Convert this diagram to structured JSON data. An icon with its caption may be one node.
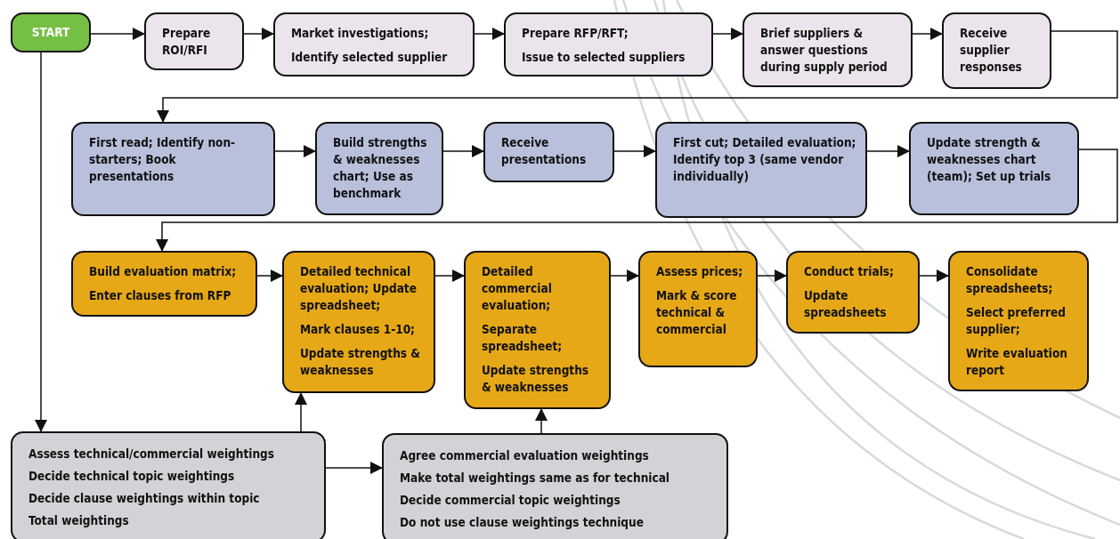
{
  "diagram": {
    "nodes": [
      {
        "text": [
          "START"
        ]
      },
      {
        "text": [
          "Prepare ROI/RFI"
        ]
      },
      {
        "text": [
          "Market investigations;",
          "Identify selected supplier"
        ]
      },
      {
        "text": [
          "Prepare RFP/RFT;",
          "Issue to selected suppliers"
        ]
      },
      {
        "text": [
          "Brief suppliers & answer questions during supply period"
        ]
      },
      {
        "text": [
          "Receive supplier responses"
        ]
      },
      {
        "text": [
          "First read; Identify non-starters; Book presentations"
        ]
      },
      {
        "text": [
          "Build strengths & weaknesses chart; Use as benchmark"
        ]
      },
      {
        "text": [
          "Receive presentations"
        ]
      },
      {
        "text": [
          "First cut; Detailed evaluation; Identify top 3 (same vendor individually)"
        ]
      },
      {
        "text": [
          "Update strength & weaknesses chart (team); Set up trials"
        ]
      },
      {
        "text": [
          "Build evaluation matrix;",
          "Enter clauses from RFP"
        ]
      },
      {
        "text": [
          "Detailed technical evaluation; Update spreadsheet;",
          "Mark clauses 1-10;",
          "Update strengths & weaknesses"
        ]
      },
      {
        "text": [
          "Detailed commercial evaluation;",
          "Separate spreadsheet;",
          "Update strengths & weaknesses"
        ]
      },
      {
        "text": [
          "Assess prices;",
          "Mark & score technical & commercial"
        ]
      },
      {
        "text": [
          "Conduct trials;",
          "Update spreadsheets"
        ]
      },
      {
        "text": [
          "Consolidate spreadsheets;",
          "Select preferred supplier;",
          "Write evaluation report"
        ]
      },
      {
        "text": [
          "Assess technical/commercial weightings",
          "Decide technical topic weightings",
          "Decide clause weightings within topic",
          "Total weightings"
        ]
      },
      {
        "text": [
          "Agree commercial evaluation weightings",
          "Make total weightings same as for technical",
          "Decide commercial topic weightings",
          "Do not use clause weightings technique"
        ]
      }
    ],
    "edges": [
      {
        "from": 0,
        "to": 1,
        "arrow": "to"
      },
      {
        "from": 1,
        "to": 2,
        "arrow": "to"
      },
      {
        "from": 2,
        "to": 3,
        "arrow": "to"
      },
      {
        "from": 3,
        "to": 4,
        "arrow": "to"
      },
      {
        "from": 4,
        "to": 5,
        "arrow": "to"
      },
      {
        "from": 5,
        "to": 6,
        "arrow": "to"
      },
      {
        "from": 6,
        "to": 7,
        "arrow": "to"
      },
      {
        "from": 7,
        "to": 8,
        "arrow": "to"
      },
      {
        "from": 8,
        "to": 9,
        "arrow": "to"
      },
      {
        "from": 9,
        "to": 10,
        "arrow": "to"
      },
      {
        "from": 10,
        "to": 11,
        "arrow": "to"
      },
      {
        "from": 11,
        "to": 12,
        "arrow": "to"
      },
      {
        "from": 12,
        "to": 13,
        "arrow": "to"
      },
      {
        "from": 13,
        "to": 14,
        "arrow": "to"
      },
      {
        "from": 14,
        "to": 15,
        "arrow": "to"
      },
      {
        "from": 15,
        "to": 16,
        "arrow": "to"
      },
      {
        "from": 0,
        "to": 17,
        "arrow": "to"
      },
      {
        "from": 17,
        "to": 12,
        "arrow": "to"
      },
      {
        "from": 17,
        "to": 18,
        "arrow": "to"
      },
      {
        "from": 18,
        "to": 13,
        "arrow": "to"
      }
    ]
  }
}
